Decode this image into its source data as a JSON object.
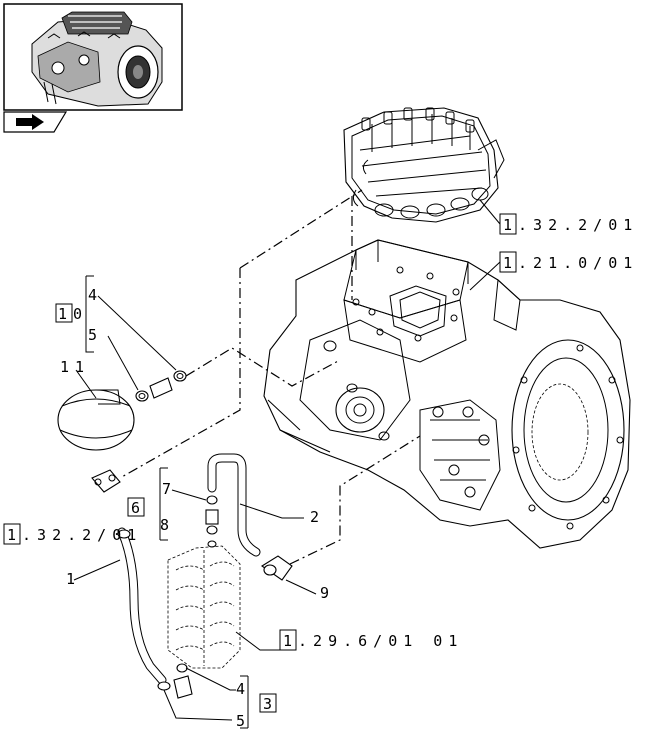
{
  "references": {
    "control_valve": "1.32.2/01",
    "gearbox_housing": "1.21.0/01",
    "pipe_left": "1.32.2/01",
    "valve_block": "1.29.6/01 01"
  },
  "callouts": {
    "bracket_10": "10",
    "item_4_top": "4",
    "item_5_top": "5",
    "item_11": "11",
    "item_7": "7",
    "item_6": "6",
    "item_8": "8",
    "item_2": "2",
    "item_1": "1",
    "item_9": "9",
    "item_4_bottom": "4",
    "bracket_3": "3",
    "item_5_bottom": "5"
  },
  "icons": {
    "thumbnail": "gearbox-thumbnail-icon",
    "nav": "hand-arrow-icon"
  }
}
